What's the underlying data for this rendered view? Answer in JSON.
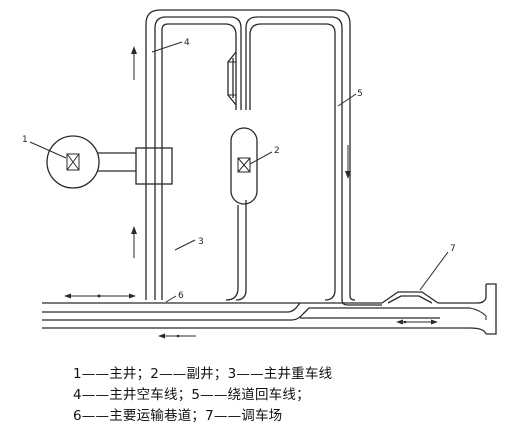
{
  "callouts": {
    "n1": "1",
    "n2": "2",
    "n3": "3",
    "n4": "4",
    "n5": "5",
    "n6": "6",
    "n7": "7"
  },
  "legend": {
    "row1": "1——主井；2——副井；3——主井重车线",
    "row2": "4——主井空车线；5——绕道回车线；",
    "row3": "6——主要运输巷道；7——调车场"
  }
}
